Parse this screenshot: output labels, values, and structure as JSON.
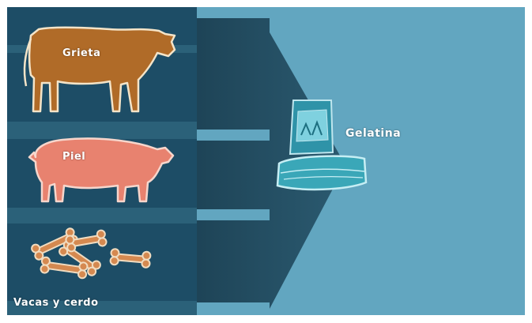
{
  "labels": {
    "cow": "Grieta",
    "pig": "Piel",
    "bones": "Vacas y cerdo",
    "product": "Gelatina"
  },
  "colors": {
    "background": "#62a6c0",
    "panel": "#1d4d66",
    "arrow": "#234a5c",
    "cow": "#b06b28",
    "pig": "#e8826f",
    "bone": "#d58950",
    "gelatin": "#3aa7b8"
  }
}
